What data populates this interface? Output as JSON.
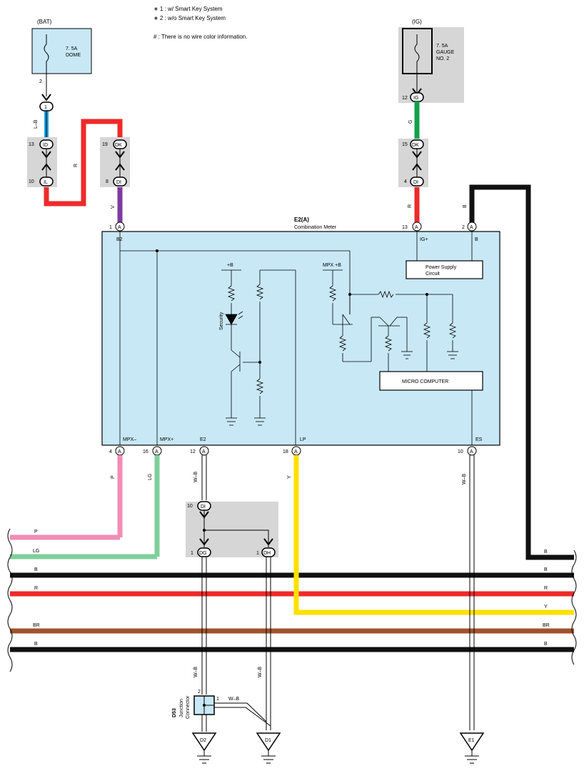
{
  "notes": [
    "∗ 1 : w/ Smart Key System",
    "∗ 2 : w/o Smart Key System",
    "# : There is no wire color information."
  ],
  "fuses": {
    "bat": {
      "source": "(BAT)",
      "rating": "7. 5A",
      "name": "DOME",
      "pin": "2"
    },
    "ig": {
      "source": "(IG)",
      "rating": "7. 5A",
      "name1": "GAUGE",
      "name2": "NO. 2"
    }
  },
  "connectors": {
    "c_1": {
      "pin": "",
      "label": "1"
    },
    "ID": {
      "pin": "13",
      "label": "ID"
    },
    "IL": {
      "pin": "10",
      "label": "IL"
    },
    "DK1": {
      "pin": "19",
      "label": "DK"
    },
    "DI1": {
      "pin": "8",
      "label": "DI"
    },
    "IG": {
      "pin": "12",
      "label": "IG"
    },
    "DK2": {
      "pin": "15",
      "label": "DK"
    },
    "DI2": {
      "pin": "4",
      "label": "DI"
    },
    "DI3": {
      "pin": "10",
      "label": "DI"
    },
    "DG": {
      "pin": "1",
      "label": "DG"
    },
    "DH": {
      "pin": "1",
      "label": "DH"
    }
  },
  "meter": {
    "id": "E2(A)",
    "name": "Combination Meter",
    "top_pins": [
      {
        "num": "1",
        "label": "A",
        "term": "B2"
      },
      {
        "num": "13",
        "label": "A",
        "term": "IG+"
      },
      {
        "num": "2",
        "label": "A",
        "term": "B"
      }
    ],
    "bottom_pins": [
      {
        "num": "4",
        "label": "A",
        "term": "MPX–"
      },
      {
        "num": "16",
        "label": "A",
        "term": "MPX+"
      },
      {
        "num": "12",
        "label": "A",
        "term": "E2"
      },
      {
        "num": "18",
        "label": "A",
        "term": "LP"
      },
      {
        "num": "10",
        "label": "A",
        "term": "ES"
      }
    ],
    "power_supply": "Power Supply Circuit",
    "power_supply_l1": "Power Supply",
    "power_supply_l2": "Circuit",
    "micro": "MICRO COMPUTER",
    "plus_b": "+B",
    "mpx_b": "MPX +B",
    "security": "Security"
  },
  "wire_labels": {
    "lb": "L–B",
    "r1": "R",
    "v": "V",
    "g": "G",
    "r2": "R",
    "b_top": "B",
    "p": "P",
    "lg": "LG",
    "y": "Y",
    "wb1": "W–B",
    "wb2": "W–B",
    "wb_es": "W–B",
    "wb3": "W–B",
    "wb4": "W–B",
    "wb5": "W–B"
  },
  "buses": [
    {
      "left": "P",
      "right": "",
      "color": "#f28cb5"
    },
    {
      "left": "LG",
      "right": "",
      "color": "#7fcf9a"
    },
    {
      "left": "B",
      "right": "B",
      "color": "#111111"
    },
    {
      "left": "R",
      "right": "R",
      "color": "#ee2a2a"
    },
    {
      "left": "",
      "right": "Y",
      "color": "#ffe000"
    },
    {
      "left": "BR",
      "right": "BR",
      "color": "#a0522d"
    },
    {
      "left": "B",
      "right": "B",
      "color": "#111111"
    }
  ],
  "b_right": "B",
  "junction": {
    "id": "D53",
    "name1": "Junction",
    "name2": "Connector",
    "pin2": "2",
    "pin1": "1",
    "wire": "W–B"
  },
  "grounds": {
    "d2": "D2",
    "d1": "D1",
    "e1": "E1"
  },
  "colors": {
    "meter_fill": "#c8e8f6",
    "gray_box": "#d6d6d6",
    "blue": "#1ea0e0",
    "red": "#ee2a2a",
    "purple": "#7e3aa0",
    "green": "#12a24a",
    "black": "#111111",
    "pink": "#f28cb5",
    "lgreen": "#7fcf9a",
    "yellow": "#ffe000",
    "brown": "#a0522d"
  }
}
